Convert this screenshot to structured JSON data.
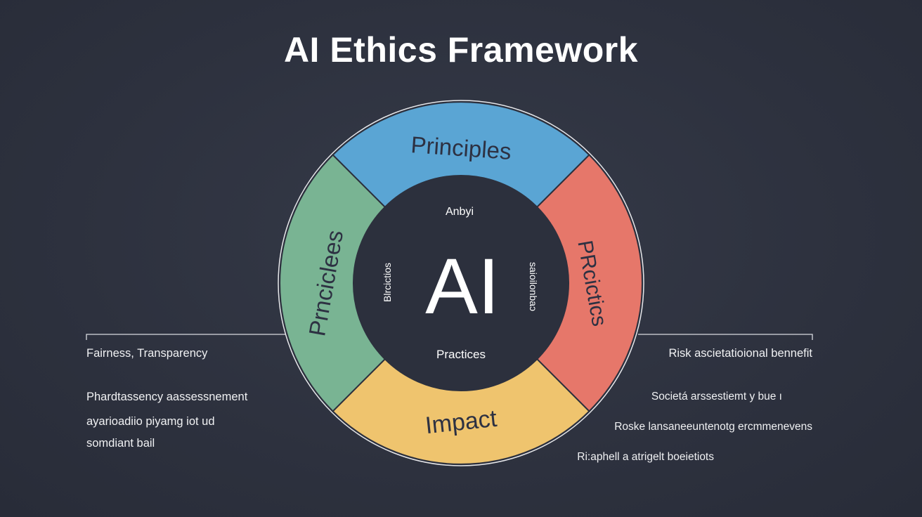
{
  "title": "AI Ethics Framework",
  "segments": {
    "top": "Principles",
    "left": "Prnciclees",
    "right": "PRcictics",
    "bottom": "Impact"
  },
  "core": {
    "center": "AI",
    "top": "Anbyi",
    "left": "Blrcictios",
    "right": "saioilonbaɔ",
    "bottom": "Practices"
  },
  "left_notes": [
    "Fairness,  Transparency",
    "Phardtassency aassessnement",
    "ayarioadiio piyamg iot ud",
    "somdiant bail"
  ],
  "right_notes": [
    "Risk ascietatioional bennefit",
    "Societá arssestiemt y bue ı",
    "Roske lansaneeuntenotg ercmmenevens",
    "Ri:aphell a atrigelt boeietiots"
  ],
  "colors": {
    "background": "#2d313e",
    "principles": "#5aa5d4",
    "left_segment": "#79b493",
    "right_segment": "#e6776a",
    "impact": "#efc46e",
    "core": "#2c303d"
  }
}
